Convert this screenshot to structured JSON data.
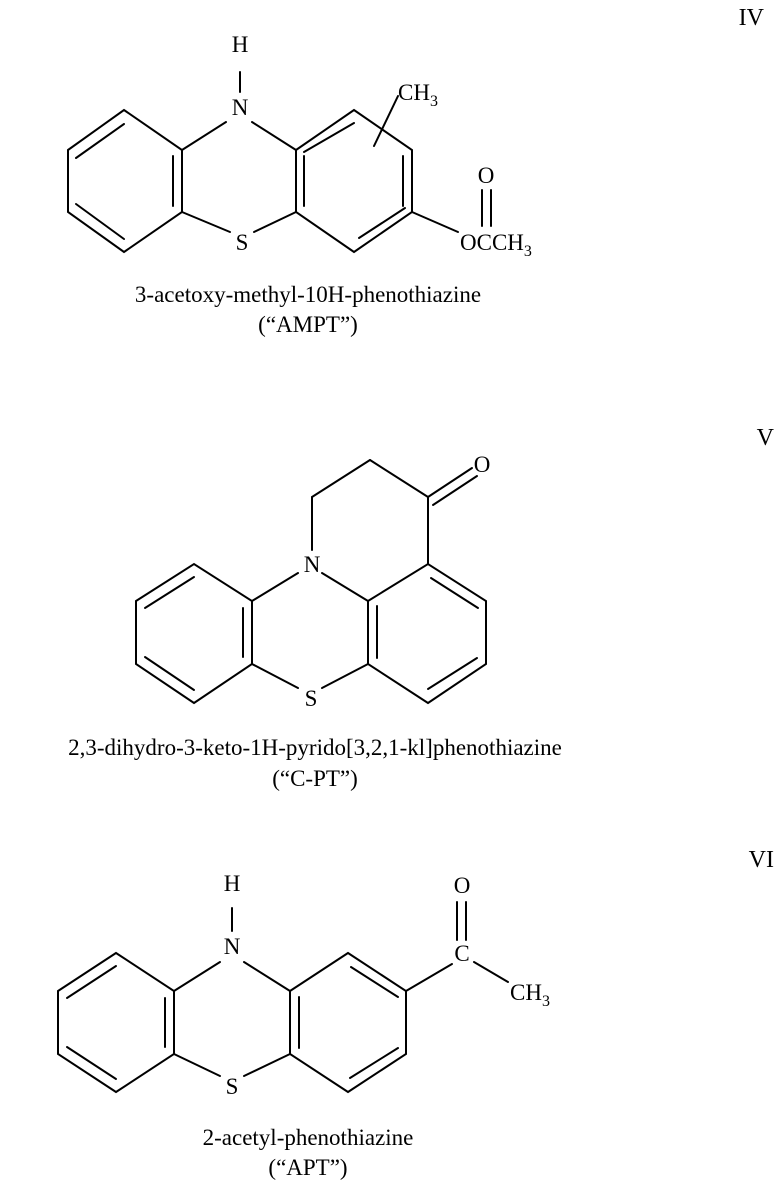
{
  "structures": [
    {
      "number": "IV",
      "name": "3-acetoxy-methyl-10H-phenothiazine",
      "abbreviation": "(“AMPT”)",
      "atoms": {
        "h": "H",
        "n": "N",
        "s": "S",
        "ch": "CH",
        "ch_sub": "3",
        "o": "O",
        "occh": "OCCH",
        "occh_sub": "3"
      }
    },
    {
      "number": "V",
      "name": "2,3-dihydro-3-keto-1H-pyrido[3,2,1-kl]phenothiazine",
      "abbreviation": "(“C-PT”)",
      "atoms": {
        "n": "N",
        "s": "S",
        "o": "O"
      }
    },
    {
      "number": "VI",
      "name": "2-acetyl-phenothiazine",
      "abbreviation": "(“APT”)",
      "atoms": {
        "h": "H",
        "n": "N",
        "s": "S",
        "o": "O",
        "c": "C",
        "ch": "CH",
        "ch_sub": "3"
      }
    }
  ]
}
